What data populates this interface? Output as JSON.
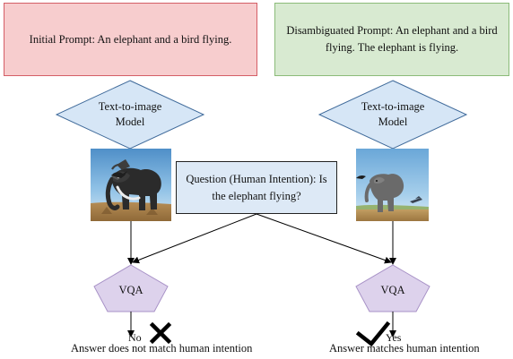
{
  "left_branch": {
    "prompt": "Initial Prompt: An elephant and a bird flying.",
    "model": "Text-to-image Model",
    "vqa": "VQA",
    "vqa_output": "No",
    "answer": "Answer does not match human intention"
  },
  "right_branch": {
    "prompt": "Disambiguated Prompt: An elephant and a bird flying. The elephant is flying.",
    "model": "Text-to-image Model",
    "vqa": "VQA",
    "vqa_output": "Yes",
    "answer": "Answer matches human intention"
  },
  "question": "Question (Human Intention): Is the elephant flying?",
  "colors": {
    "left_prompt_fill": "#f7cdce",
    "left_prompt_border": "#d45e66",
    "right_prompt_fill": "#d8ead1",
    "right_prompt_border": "#8bbb79",
    "model_fill": "#d6e6f6",
    "model_border": "#3f6a9a",
    "question_fill": "#dde9f6",
    "vqa_fill": "#ddd2ec",
    "vqa_border": "#a892c7"
  },
  "icons": {
    "mismatch": "cross-mark-icon",
    "match": "check-mark-icon"
  }
}
